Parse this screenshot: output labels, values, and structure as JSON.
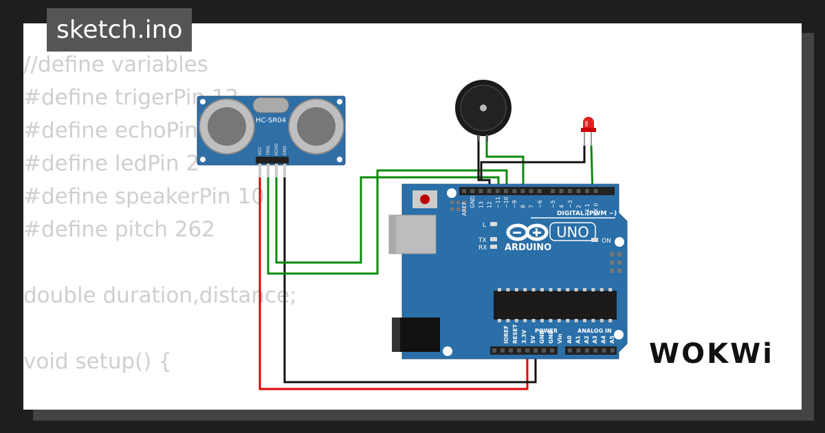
{
  "tab": {
    "title": "sketch.ino"
  },
  "code_lines": [
    "//define variables",
    "#define trigerPin 12",
    "#define echoPin 11",
    "#define ledPin 2",
    "#define speakerPin 10",
    "#define pitch 262",
    "",
    "double duration,distance;",
    "",
    "void setup() {"
  ],
  "sensor": {
    "model": "HC-SR04",
    "pins": [
      "VCC",
      "TRIG",
      "ECHO",
      "GND"
    ]
  },
  "arduino": {
    "brand": "ARDUINO",
    "model": "UNO",
    "digital_label": "DIGITAL (PWM ~)",
    "power_label": "POWER",
    "analog_label": "ANALOG IN",
    "on_label": "ON",
    "l_label": "L",
    "tx_label": "TX",
    "rx_label": "RX",
    "top_pins": [
      "AREF",
      "GND",
      "13",
      "12",
      "~11",
      "~10",
      "~9",
      "8",
      "7",
      "~6",
      "~5",
      "4",
      "~3",
      "2",
      "TX 1",
      "RX 0"
    ],
    "power_pins": [
      "IOREF",
      "RESET",
      "3.3V",
      "5V",
      "GND",
      "GND",
      "Vin"
    ],
    "analog_pins": [
      "A0",
      "A1",
      "A2",
      "A3",
      "A4",
      "A5"
    ]
  },
  "logo": {
    "text": "WOKWi"
  },
  "colors": {
    "board": "#2a6fa8",
    "wire_green": "#0a8a0a",
    "wire_red": "#e00000",
    "wire_black": "#111111"
  }
}
